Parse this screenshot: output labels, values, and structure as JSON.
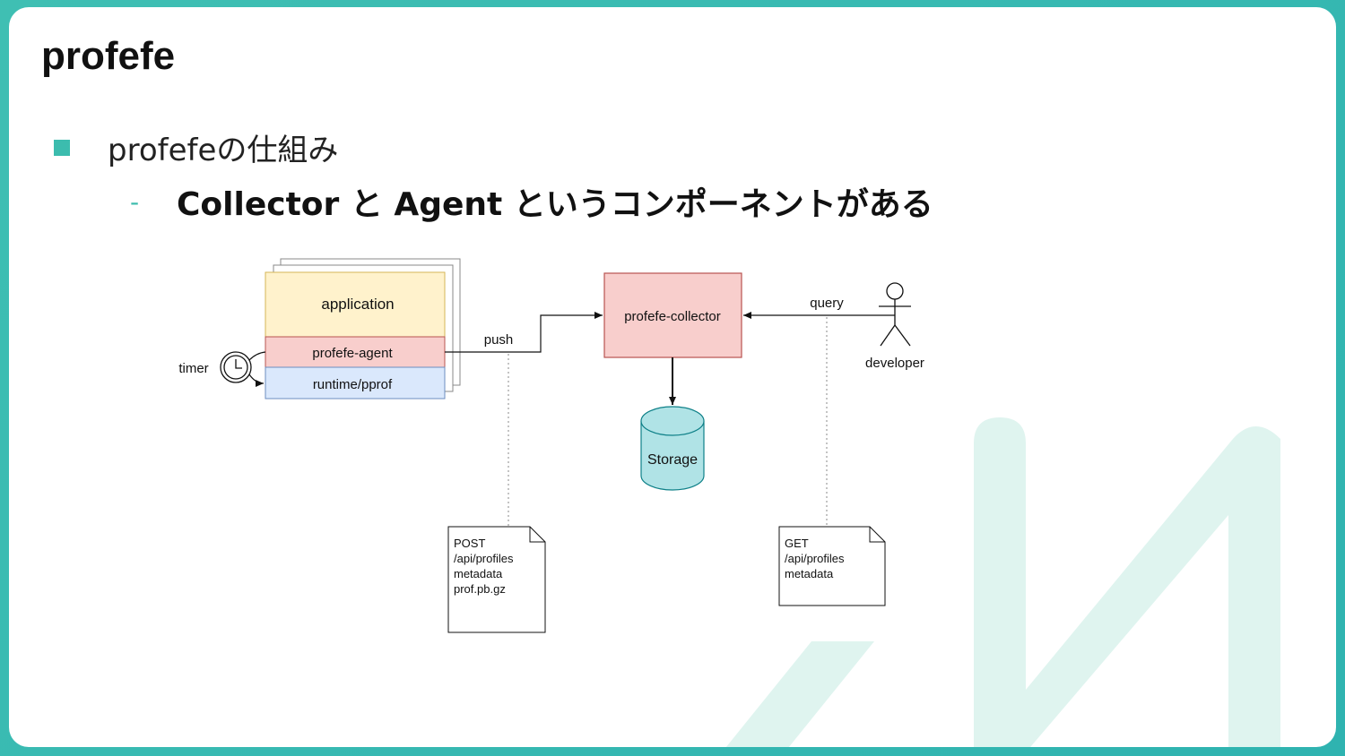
{
  "slide": {
    "title": "profefe",
    "bullet": "profefeの仕組み",
    "sub_bullet": "Collector と Agent というコンポーネントがある"
  },
  "diagram": {
    "application": "application",
    "agent": "profefe-agent",
    "runtime": "runtime/pprof",
    "timer": "timer",
    "push": "push",
    "collector": "profefe-collector",
    "query": "query",
    "developer": "developer",
    "storage": "Storage",
    "note_post": [
      "POST",
      "/api/profiles",
      "metadata",
      "prof.pb.gz"
    ],
    "note_get": [
      "GET",
      "/api/profiles",
      "metadata"
    ]
  },
  "colors": {
    "accent": "#3cbcae",
    "application_fill": "#fff2cc",
    "agent_fill": "#f8cecc",
    "runtime_fill": "#dae8fc",
    "storage_fill": "#b0e3e6",
    "watermark": "#dff4ef"
  }
}
